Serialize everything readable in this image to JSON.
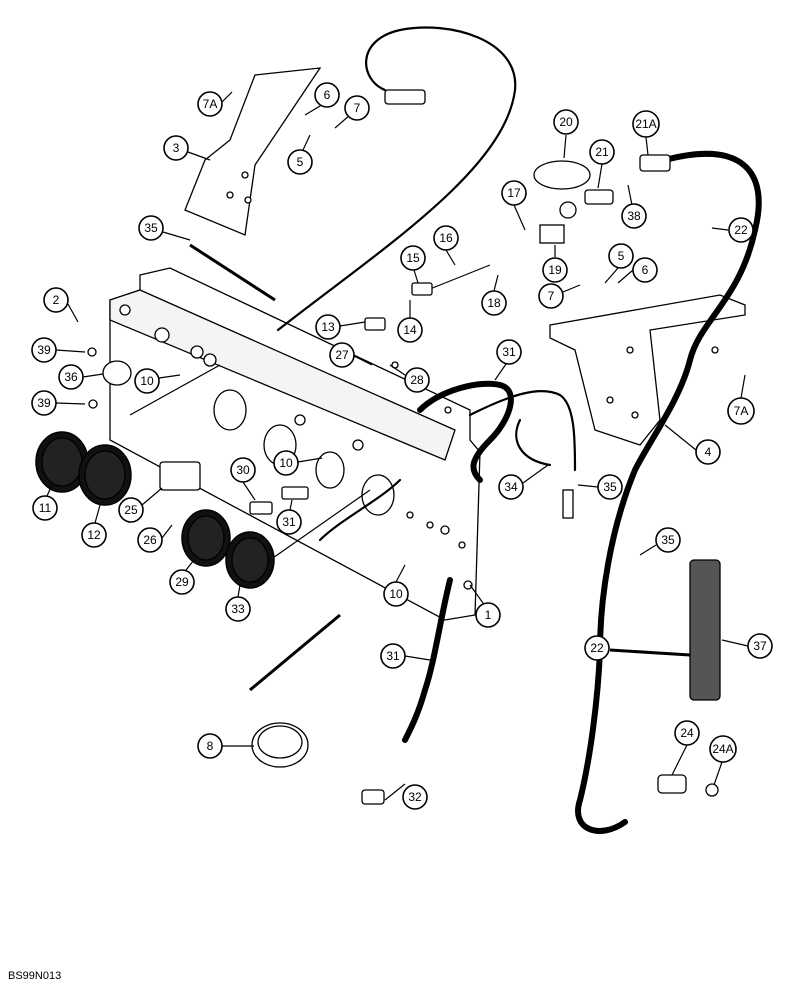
{
  "document_code": "BS99N013",
  "callouts": [
    {
      "label": "7A"
    },
    {
      "label": "6"
    },
    {
      "label": "7"
    },
    {
      "label": "5"
    },
    {
      "label": "3"
    },
    {
      "label": "20"
    },
    {
      "label": "21A"
    },
    {
      "label": "21"
    },
    {
      "label": "17"
    },
    {
      "label": "38"
    },
    {
      "label": "16"
    },
    {
      "label": "22"
    },
    {
      "label": "35"
    },
    {
      "label": "15"
    },
    {
      "label": "19"
    },
    {
      "label": "5"
    },
    {
      "label": "6"
    },
    {
      "label": "7"
    },
    {
      "label": "18"
    },
    {
      "label": "2"
    },
    {
      "label": "13"
    },
    {
      "label": "14"
    },
    {
      "label": "39"
    },
    {
      "label": "27"
    },
    {
      "label": "28"
    },
    {
      "label": "31"
    },
    {
      "label": "36"
    },
    {
      "label": "10"
    },
    {
      "label": "39"
    },
    {
      "label": "7A"
    },
    {
      "label": "4"
    },
    {
      "label": "10"
    },
    {
      "label": "11"
    },
    {
      "label": "12"
    },
    {
      "label": "25"
    },
    {
      "label": "30"
    },
    {
      "label": "34"
    },
    {
      "label": "35"
    },
    {
      "label": "26"
    },
    {
      "label": "31"
    },
    {
      "label": "29"
    },
    {
      "label": "33"
    },
    {
      "label": "35"
    },
    {
      "label": "10"
    },
    {
      "label": "1"
    },
    {
      "label": "31"
    },
    {
      "label": "22"
    },
    {
      "label": "37"
    },
    {
      "label": "8"
    },
    {
      "label": "24"
    },
    {
      "label": "24A"
    },
    {
      "label": "32"
    }
  ]
}
